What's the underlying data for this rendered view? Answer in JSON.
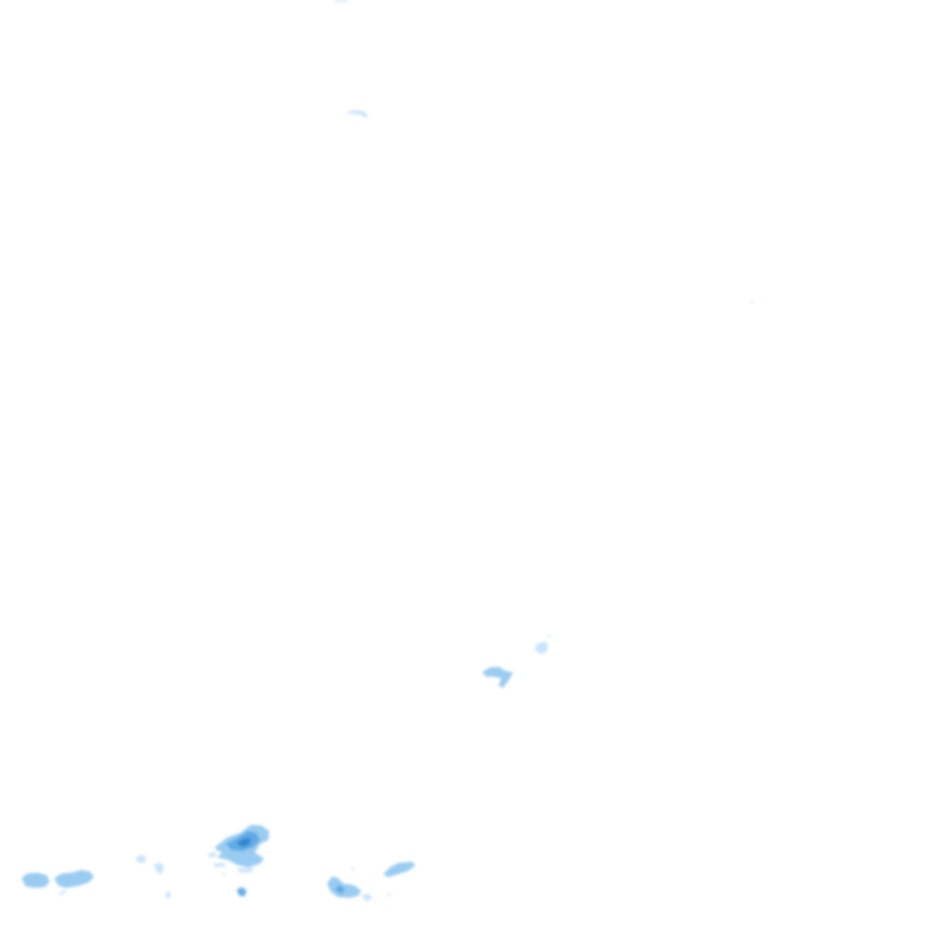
{
  "map": {
    "type": "precipitation-radar-overlay",
    "background_color": "#ffffff",
    "legend": "none",
    "labels": "none"
  },
  "palette": {
    "light": "#bfe0fb",
    "medium": "#8fc6f1",
    "strong": "#5ba6e3",
    "intense": "#2f82d0"
  }
}
